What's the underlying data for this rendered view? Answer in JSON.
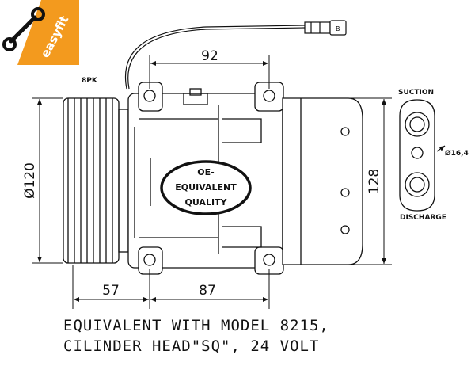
{
  "badge": {
    "brand": "easyfit",
    "color": "#f39a1e"
  },
  "labels": {
    "pulley": "8PK",
    "suction": "SUCTION",
    "discharge": "DISCHARGE",
    "port_dia": "Ø16,4",
    "quality_1": "OE-",
    "quality_2": "EQUIVALENT",
    "quality_3": "QUALITY"
  },
  "dimensions": {
    "top_width": "92",
    "pulley_dia": "Ø120",
    "height": "128",
    "left_len": "57",
    "right_len": "87"
  },
  "caption": {
    "line1": "EQUIVALENT WITH MODEL 8215,",
    "line2": "CILINDER HEAD\"SQ\", 24 VOLT"
  }
}
